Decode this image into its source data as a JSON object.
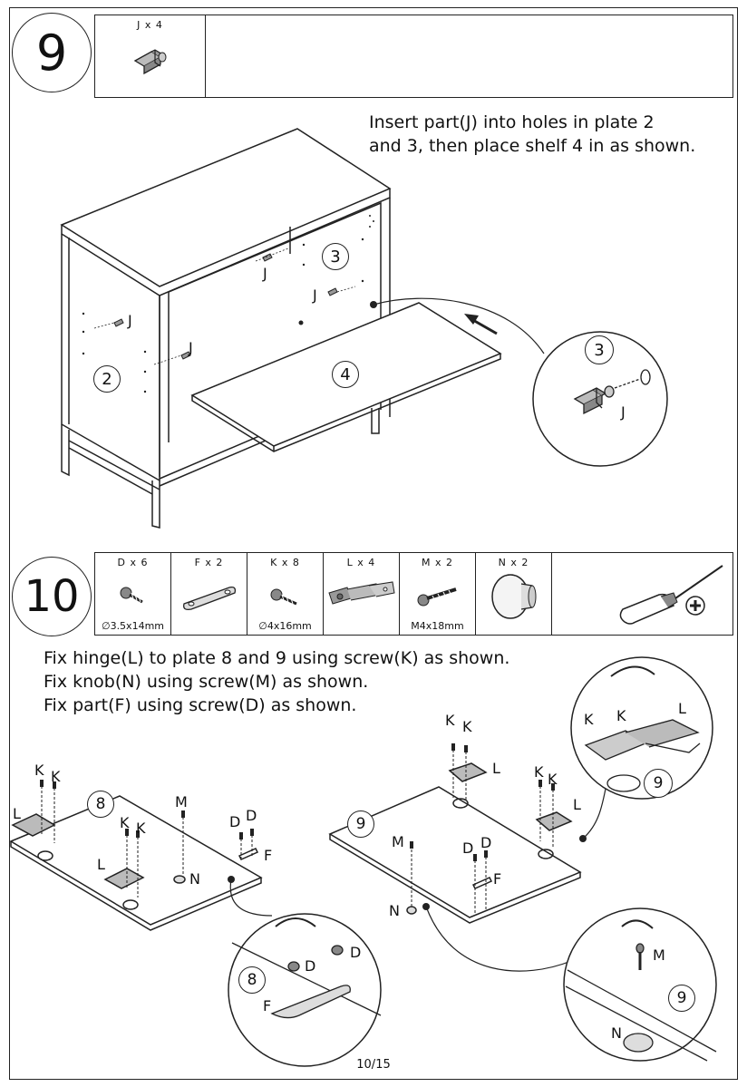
{
  "step9": {
    "number": "9",
    "parts": [
      {
        "qty": "J x 4",
        "icon": "shelf-pin-icon"
      }
    ],
    "instruction": "Insert part(J) into holes in plate 2\nand 3, then place shelf 4 in as shown.",
    "labels": {
      "plate2": "2",
      "plate3": "3",
      "shelf4": "4",
      "detail3": "3",
      "j": "J"
    }
  },
  "step10": {
    "number": "10",
    "parts": [
      {
        "qty": "D x 6",
        "spec": "∅3.5x14mm",
        "icon": "screw-icon"
      },
      {
        "qty": "F x 2",
        "spec": "",
        "icon": "connector-plate-icon"
      },
      {
        "qty": "K x 8",
        "spec": "∅4x16mm",
        "icon": "screw-icon"
      },
      {
        "qty": "L x 4",
        "spec": "",
        "icon": "hinge-icon"
      },
      {
        "qty": "M x 2",
        "spec": "M4x18mm",
        "icon": "bolt-icon"
      },
      {
        "qty": "N x 2",
        "spec": "",
        "icon": "knob-icon"
      }
    ],
    "tool_icon": "screwdriver-icon",
    "instruction": "Fix hinge(L) to plate 8 and 9 using screw(K) as shown.\nFix knob(N) using screw(M) as shown.\nFix part(F) using screw(D) as shown.",
    "labels": {
      "plate8": "8",
      "plate9": "9",
      "k": "K",
      "l": "L",
      "m": "M",
      "n": "N",
      "d": "D",
      "f": "F"
    }
  },
  "page_number": "10/15"
}
